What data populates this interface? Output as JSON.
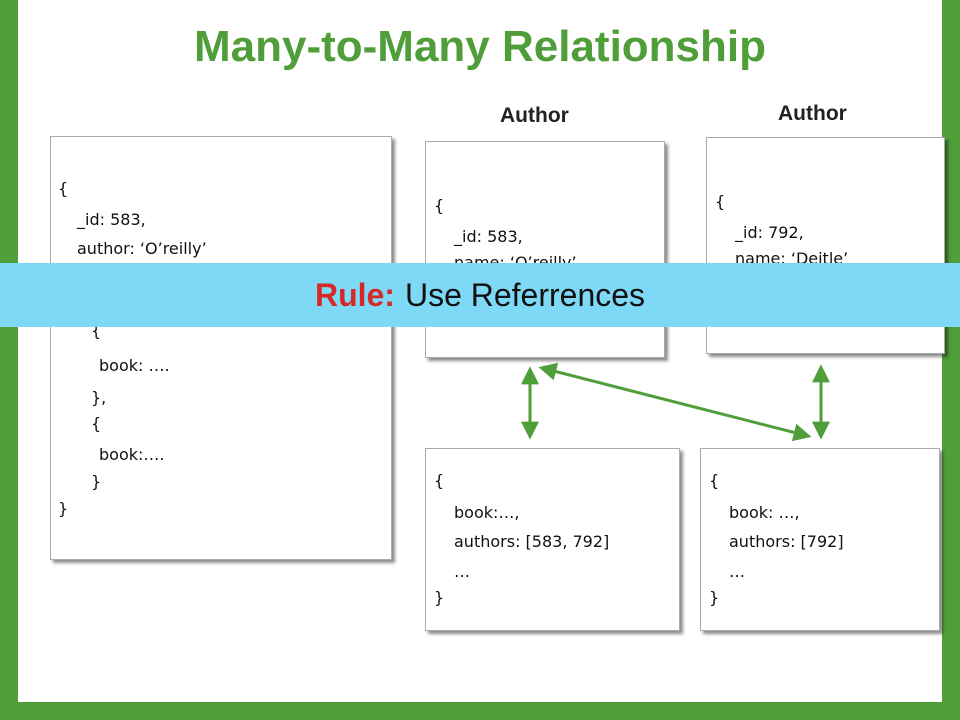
{
  "title": "Many-to-Many Relationship",
  "labels": {
    "author_1": "Author",
    "author_2": "Author"
  },
  "embedded_doc": {
    "lines": [
      "{",
      "_id: 583,",
      "author: ‘O’reilly’",
      "{",
      "book: ….",
      "},",
      "{",
      "book:….",
      "}",
      "}"
    ]
  },
  "author_doc_1": {
    "lines": [
      "{",
      "_id: 583,",
      "name: ‘O’reilly’"
    ]
  },
  "author_doc_2": {
    "lines": [
      "{",
      "_id: 792,",
      "name: ‘Deitle’"
    ]
  },
  "book_doc_1": {
    "lines": [
      "{",
      "book:…,",
      "authors: [583, 792]",
      "…",
      "}"
    ]
  },
  "book_doc_2": {
    "lines": [
      "{",
      "book: …,",
      "authors: [792]",
      "…",
      "}"
    ]
  },
  "banner": {
    "rule": "Rule:",
    "text": "Use Referrences"
  },
  "colors": {
    "border": "#4f9e3a",
    "title": "#4f9e3a",
    "arrow": "#4f9e3a",
    "banner": "#7dd9f5",
    "rule": "#d62828"
  }
}
